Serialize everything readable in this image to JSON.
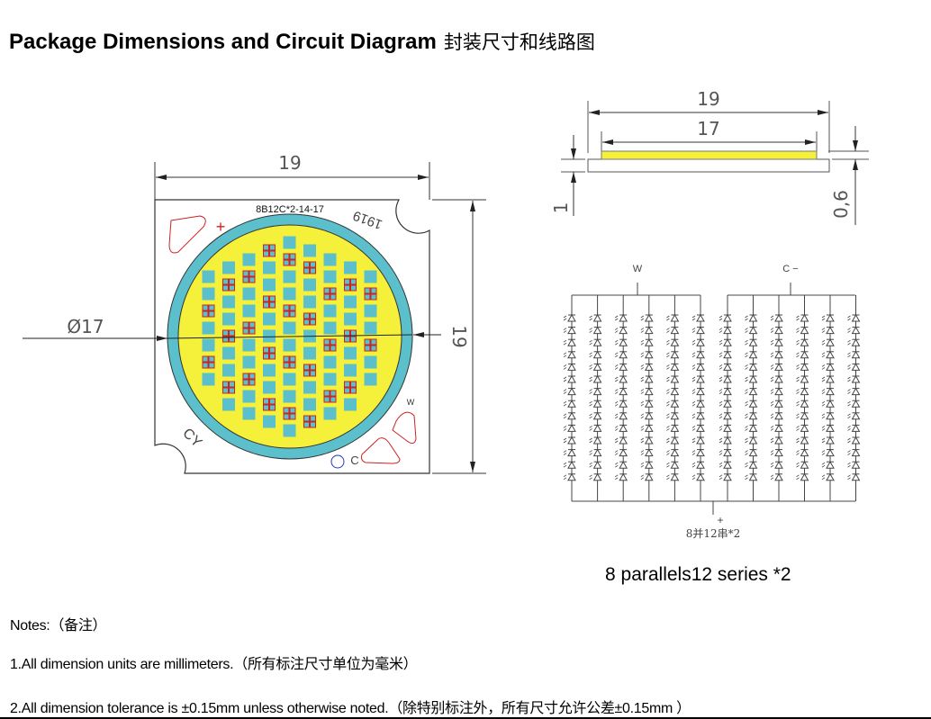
{
  "header": {
    "title": "Package Dimensions and Circuit Diagram",
    "title_cn": "封装尺寸和线路图"
  },
  "top_view": {
    "width_label": "19",
    "height_label": "19",
    "diameter_label": "Ø17",
    "chip_marking": "8B12C*2-14-17",
    "rotated_marking": "1919",
    "plus_mark": "+",
    "w_mark": "W",
    "c_mark": "C",
    "cy_mark": "CY",
    "colors": {
      "ring": "#5bc0cc",
      "emitting_area": "#f5f03a",
      "pad_outline": "#cc2222",
      "led": "#5bc0cc"
    }
  },
  "side_view": {
    "width_label": "19",
    "emitter_label": "17",
    "thickness_label": "1",
    "emitter_height_label": "0,6"
  },
  "circuit": {
    "w_label": "W",
    "c_label": "C −",
    "plus_label": "+",
    "config_label": "8并12串*2",
    "columns": 12,
    "diodes_per_column": 14
  },
  "caption": "8 parallels12 series *2",
  "notes": {
    "heading": "Notes:（备注）",
    "items": [
      "1.All dimension units are millimeters.（所有标注尺寸单位为毫米）",
      "2.All dimension tolerance is ±0.15mm unless otherwise noted.（除特别标注外，所有尺寸允许公差±0.15mm ）"
    ]
  }
}
